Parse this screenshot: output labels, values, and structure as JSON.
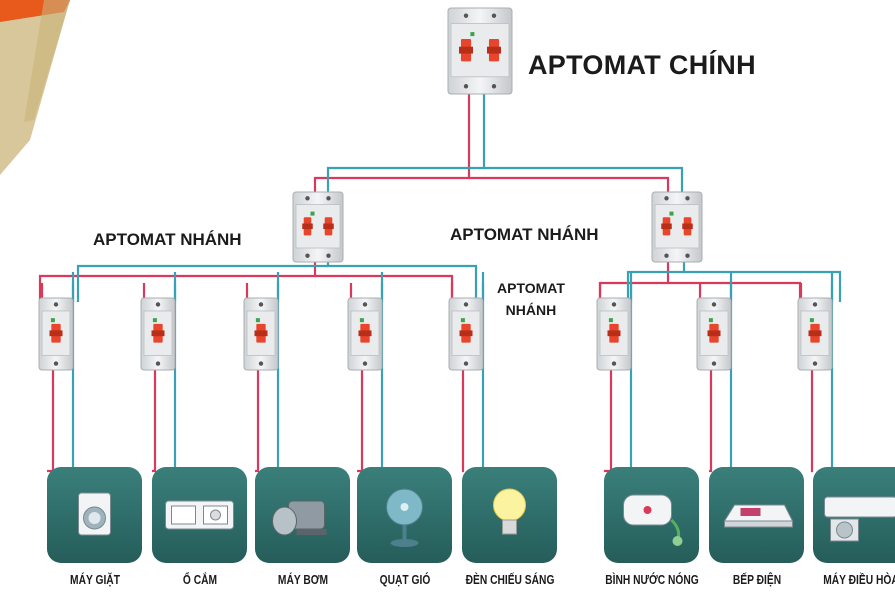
{
  "labels": {
    "main_breaker": "APTOMAT CHÍNH",
    "branch_left": "APTOMAT NHÁNH",
    "branch_right": "APTOMAT NHÁNH",
    "sub_branch_line1": "APTOMAT",
    "sub_branch_line2": "NHÁNH"
  },
  "appliances": [
    {
      "label": "MÁY GIẶT",
      "icon": "washing-machine-icon"
    },
    {
      "label": "Ổ CẮM",
      "icon": "power-outlet-icon"
    },
    {
      "label": "MÁY BƠM",
      "icon": "water-pump-icon"
    },
    {
      "label": "QUẠT GIÓ",
      "icon": "electric-fan-icon"
    },
    {
      "label": "ĐÈN CHIẾU SÁNG",
      "icon": "light-bulb-icon"
    },
    {
      "label": "BÌNH NƯỚC NÓNG",
      "icon": "water-heater-icon"
    },
    {
      "label": "BẾP ĐIỆN",
      "icon": "electric-stove-icon"
    },
    {
      "label": "MÁY ĐIỀU HÒA",
      "icon": "air-conditioner-icon"
    }
  ],
  "colors": {
    "live_wire": "#d9395a",
    "neutral_wire": "#3aa0b4",
    "tile_bg": "#2f6f6c",
    "breaker_handle": "#e8452c",
    "corner_orange": "#e8591c",
    "corner_beige": "#d8c79a"
  }
}
